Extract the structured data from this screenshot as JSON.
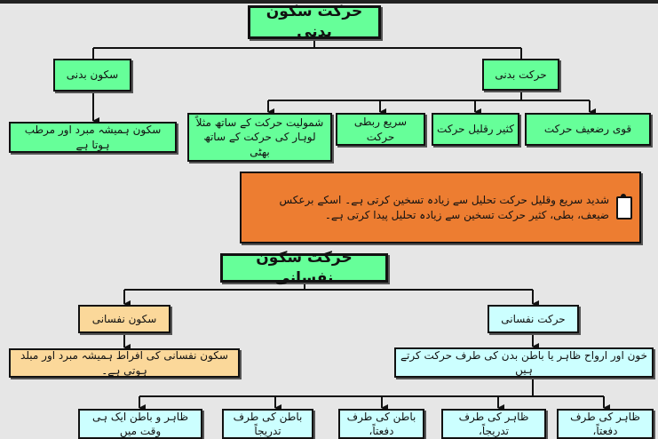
{
  "sections": [
    {
      "title": "حرکت سکون بدنی",
      "left": {
        "label": "سکون بدنی",
        "child": "سکون ہمیشہ مبرد اور مرطب ہوتا ہے"
      },
      "right": {
        "label": "حرکت بدنی",
        "children": [
          "قوی رضعیف حرکت",
          "کثیر رقلیل حرکت",
          "سریع ربطی حرکت",
          "شمولیت حرکت کے ساتھ مثلاً لوہار کی حرکت کے ساتھ بھٹی"
        ]
      },
      "note": "شدید سریع وقلیل حرکت تحلیل سے زیادہ تسخین کرتی ہے۔ اسکے برعکس ضیعف، بطی، کثیر حرکت تسخین سے زیادہ تحلیل پیدا کرتی ہے۔"
    },
    {
      "title": "حرکت سکون نفسانی",
      "left": {
        "label": "سکون نفسانی",
        "child": "سکون نفسانی کی افراط ہمیشہ مبرد اور مبلد ہوتی ہے۔"
      },
      "right": {
        "label": "حرکت نفسانی",
        "child": "خون اور ارواح ظاہر یا باطن بدن کی طرف حرکت کرتے ہیں",
        "children": [
          "ظاہر کی طرف دفعتاً،",
          "ظاہر کی طرف تدریجاً،",
          "باطن کی طرف دفعتاً،",
          "باطن کی طرف تدریجاً",
          "ظاہر و باطن ایک ہی وقت میں"
        ]
      }
    }
  ],
  "colors": {
    "green": "#66ff99",
    "orange": "#ed7d31",
    "peach": "#fbd89a",
    "cyan": "#ccffff"
  }
}
